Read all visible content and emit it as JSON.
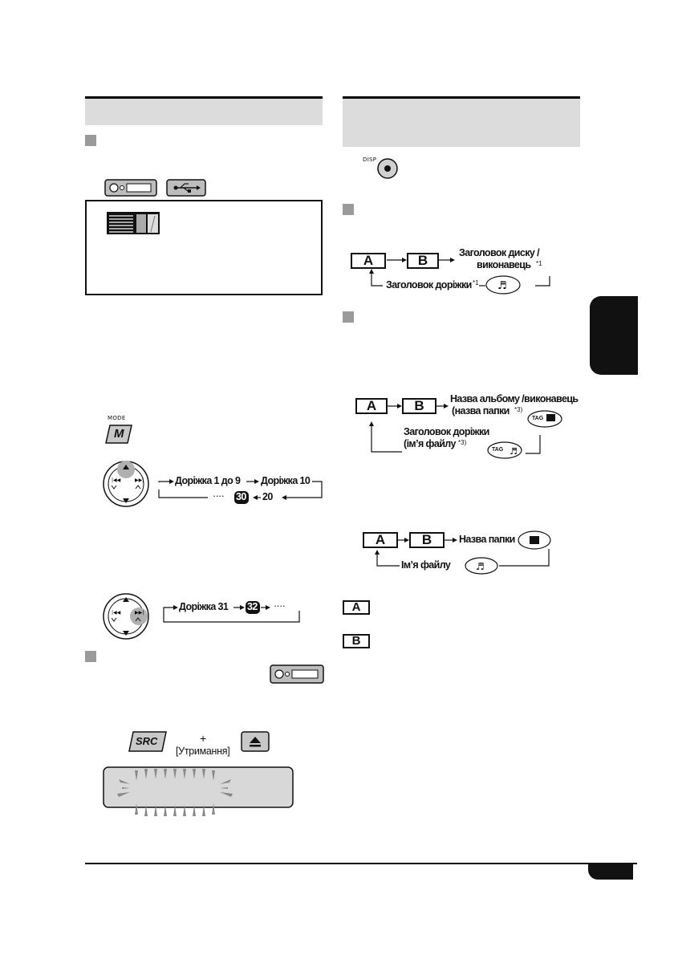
{
  "buttons": {
    "disp_label": "DISP",
    "mode_label": "MODE",
    "mode_key": "M",
    "src_key": "SRC",
    "tag_label": "TAG"
  },
  "left": {
    "track_flow_1": {
      "part1": "Доріжка 1 до 9",
      "part2": "Доріжка 10",
      "num_20": "20",
      "num_30": "30",
      "dots": "····"
    },
    "track_flow_2": {
      "part1": "Доріжка 31",
      "num_32": "32",
      "dots": "····"
    },
    "reset": {
      "plus": "+",
      "hold": "[Утримання]"
    }
  },
  "right": {
    "flow_cd": {
      "a": "A",
      "b": "B",
      "disc_title": "Заголовок диску /",
      "artist": "виконавець",
      "star1": "*1",
      "track_title": "Заголовок доріжки",
      "star1b": "*1"
    },
    "flow_mp3": {
      "a": "A",
      "b": "B",
      "album": "Назва альбому /виконавець",
      "folder": "(назва папки",
      "folder_star": "*3)",
      "track_title": "Заголовок доріжки",
      "file_name": "(ім’я файлу",
      "file_star": "*3)"
    },
    "flow_folder": {
      "a": "A",
      "b": "B",
      "folder_name": "Назва папки",
      "file_name": "Ім’я файлу"
    },
    "legend": {
      "a": "A",
      "b": "B"
    }
  }
}
